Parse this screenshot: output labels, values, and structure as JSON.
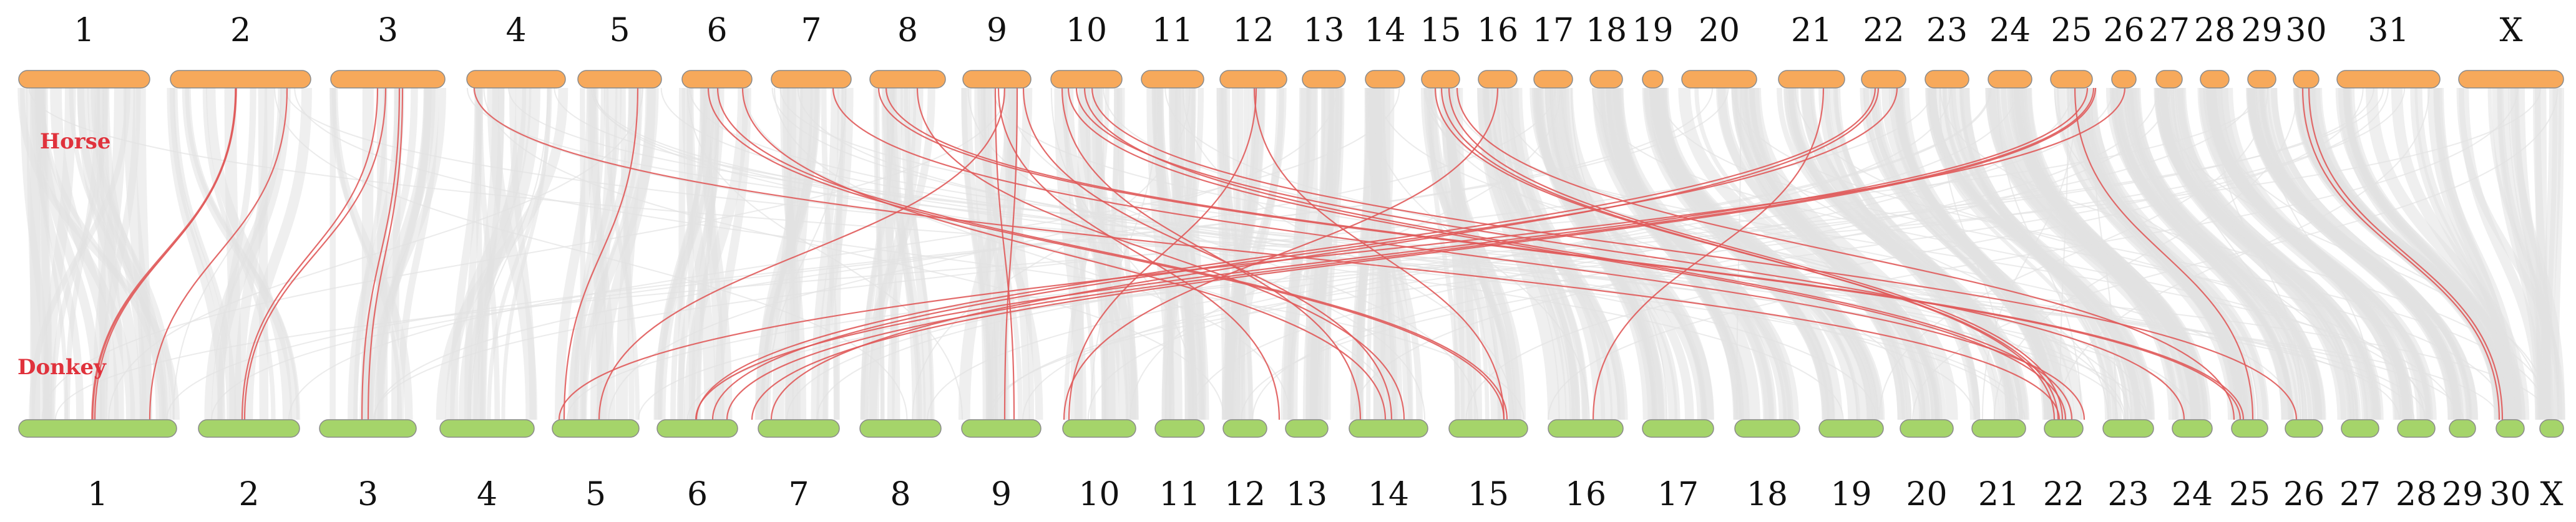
{
  "colors": {
    "top_chromosome": "#F7A95B",
    "bottom_chromosome": "#A5D46A",
    "background_link": "#E2E2E2",
    "highlight_link": "#E05A5A",
    "species_label": "#E0323C",
    "chromosome_label": "#111111"
  },
  "species": {
    "top": "Horse",
    "bottom": "Donkey"
  },
  "top_chromosomes": [
    "1",
    "2",
    "3",
    "4",
    "5",
    "6",
    "7",
    "8",
    "9",
    "10",
    "11",
    "12",
    "13",
    "14",
    "15",
    "16",
    "17",
    "18",
    "19",
    "20",
    "21",
    "22",
    "23",
    "24",
    "25",
    "26",
    "27",
    "28",
    "29",
    "30",
    "31",
    "X"
  ],
  "bottom_chromosomes": [
    "1",
    "2",
    "3",
    "4",
    "5",
    "6",
    "7",
    "8",
    "9",
    "10",
    "11",
    "12",
    "13",
    "14",
    "15",
    "16",
    "17",
    "18",
    "19",
    "20",
    "21",
    "22",
    "23",
    "24",
    "25",
    "26",
    "27",
    "28",
    "29",
    "30",
    "X"
  ]
}
